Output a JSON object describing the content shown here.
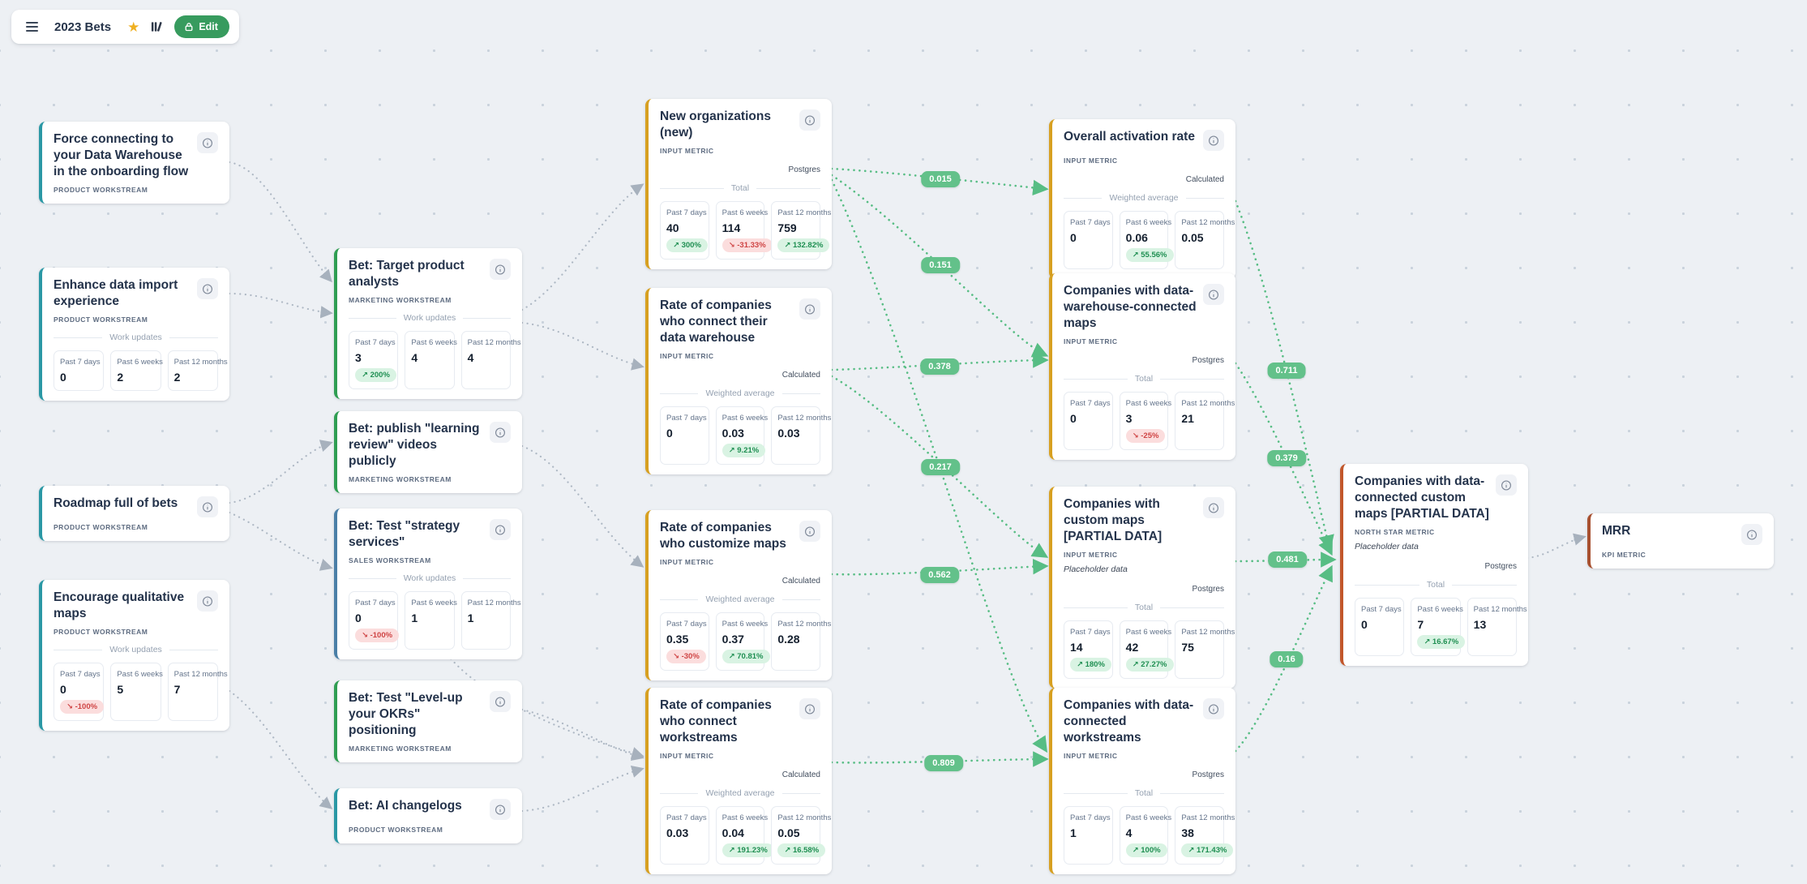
{
  "header": {
    "title": "2023 Bets",
    "edit_label": "Edit"
  },
  "cards": {
    "force_connect": {
      "title": "Force connecting to your Data Warehouse in the onboarding flow",
      "tag": "PRODUCT WORKSTREAM"
    },
    "enhance_import": {
      "title": "Enhance data import experience",
      "tag": "PRODUCT WORKSTREAM",
      "section": "Work updates",
      "stats": [
        {
          "label": "Past 7 days",
          "value": "0"
        },
        {
          "label": "Past 6 weeks",
          "value": "2"
        },
        {
          "label": "Past 12 months",
          "value": "2"
        }
      ]
    },
    "roadmap": {
      "title": "Roadmap full of bets",
      "tag": "PRODUCT WORKSTREAM"
    },
    "encourage": {
      "title": "Encourage qualitative maps",
      "tag": "PRODUCT WORKSTREAM",
      "section": "Work updates",
      "stats": [
        {
          "label": "Past 7 days",
          "value": "0",
          "badge": "↘ -100%"
        },
        {
          "label": "Past 6 weeks",
          "value": "5"
        },
        {
          "label": "Past 12 months",
          "value": "7"
        }
      ]
    },
    "bet_target": {
      "title": "Bet: Target product analysts",
      "tag": "MARKETING WORKSTREAM",
      "section": "Work updates",
      "stats": [
        {
          "label": "Past 7 days",
          "value": "3",
          "badge": "↗ 200%"
        },
        {
          "label": "Past 6 weeks",
          "value": "4"
        },
        {
          "label": "Past 12 months",
          "value": "4"
        }
      ]
    },
    "bet_publish": {
      "title": "Bet: publish \"learning review\" videos publicly",
      "tag": "MARKETING WORKSTREAM"
    },
    "bet_strategy": {
      "title": "Bet: Test \"strategy services\"",
      "tag": "SALES WORKSTREAM",
      "section": "Work updates",
      "stats": [
        {
          "label": "Past 7 days",
          "value": "0",
          "badge": "↘ -100%"
        },
        {
          "label": "Past 6 weeks",
          "value": "1"
        },
        {
          "label": "Past 12 months",
          "value": "1"
        }
      ]
    },
    "bet_okrs": {
      "title": "Bet: Test \"Level-up your OKRs\" positioning",
      "tag": "MARKETING WORKSTREAM"
    },
    "bet_ai": {
      "title": "Bet: AI changelogs",
      "tag": "PRODUCT WORKSTREAM"
    },
    "new_orgs": {
      "title": "New organizations (new)",
      "tag": "INPUT METRIC",
      "source": "Postgres",
      "section": "Total",
      "stats": [
        {
          "label": "Past 7 days",
          "value": "40",
          "badge": "↗ 300%"
        },
        {
          "label": "Past 6 weeks",
          "value": "114",
          "badge": "↘ -31.33%"
        },
        {
          "label": "Past 12 months",
          "value": "759",
          "badge": "↗ 132.82%"
        }
      ]
    },
    "rate_dw": {
      "title": "Rate of companies who connect their data warehouse",
      "tag": "INPUT METRIC",
      "source": "Calculated",
      "section": "Weighted average",
      "stats": [
        {
          "label": "Past 7 days",
          "value": "0"
        },
        {
          "label": "Past 6 weeks",
          "value": "0.03",
          "badge": "↗ 9.21%"
        },
        {
          "label": "Past 12 months",
          "value": "0.03"
        }
      ]
    },
    "rate_custom": {
      "title": "Rate of companies who customize maps",
      "tag": "INPUT METRIC",
      "source": "Calculated",
      "section": "Weighted average",
      "stats": [
        {
          "label": "Past 7 days",
          "value": "0.35",
          "badge": "↘ -30%"
        },
        {
          "label": "Past 6 weeks",
          "value": "0.37",
          "badge": "↗ 70.81%"
        },
        {
          "label": "Past 12 months",
          "value": "0.28"
        }
      ]
    },
    "rate_ws": {
      "title": "Rate of companies who connect workstreams",
      "tag": "INPUT METRIC",
      "source": "Calculated",
      "section": "Weighted average",
      "stats": [
        {
          "label": "Past 7 days",
          "value": "0.03"
        },
        {
          "label": "Past 6 weeks",
          "value": "0.04",
          "badge": "↗ 191.23%"
        },
        {
          "label": "Past 12 months",
          "value": "0.05",
          "badge": "↗ 16.58%"
        }
      ]
    },
    "activation": {
      "title": "Overall activation rate",
      "tag": "INPUT METRIC",
      "source": "Calculated",
      "section": "Weighted average",
      "stats": [
        {
          "label": "Past 7 days",
          "value": "0"
        },
        {
          "label": "Past 6 weeks",
          "value": "0.06",
          "badge": "↗ 55.56%"
        },
        {
          "label": "Past 12 months",
          "value": "0.05"
        }
      ]
    },
    "dw_maps": {
      "title": "Companies with data-warehouse-connected maps",
      "tag": "INPUT METRIC",
      "source": "Postgres",
      "section": "Total",
      "stats": [
        {
          "label": "Past 7 days",
          "value": "0"
        },
        {
          "label": "Past 6 weeks",
          "value": "3",
          "badge": "↘ -25%"
        },
        {
          "label": "Past 12 months",
          "value": "21"
        }
      ]
    },
    "custom_maps": {
      "title": "Companies with custom maps [PARTIAL DATA]",
      "tag": "INPUT METRIC",
      "note": "Placeholder data",
      "source": "Postgres",
      "section": "Total",
      "stats": [
        {
          "label": "Past 7 days",
          "value": "14",
          "badge": "↗ 180%"
        },
        {
          "label": "Past 6 weeks",
          "value": "42",
          "badge": "↗ 27.27%"
        },
        {
          "label": "Past 12 months",
          "value": "75"
        }
      ]
    },
    "data_ws": {
      "title": "Companies with data-connected workstreams",
      "tag": "INPUT METRIC",
      "source": "Postgres",
      "section": "Total",
      "stats": [
        {
          "label": "Past 7 days",
          "value": "1"
        },
        {
          "label": "Past 6 weeks",
          "value": "4",
          "badge": "↗ 100%"
        },
        {
          "label": "Past 12 months",
          "value": "38",
          "badge": "↗ 171.43%"
        }
      ]
    },
    "north_star": {
      "title": "Companies with data-connected custom maps [PARTIAL DATA]",
      "tag": "NORTH STAR METRIC",
      "note": "Placeholder data",
      "source": "Postgres",
      "section": "Total",
      "stats": [
        {
          "label": "Past 7 days",
          "value": "0"
        },
        {
          "label": "Past 6 weeks",
          "value": "7",
          "badge": "↗ 16.67%"
        },
        {
          "label": "Past 12 months",
          "value": "13"
        }
      ]
    },
    "mrr": {
      "title": "MRR",
      "tag": "KPI METRIC"
    }
  },
  "connections": [
    {
      "value": "0.015"
    },
    {
      "value": "0.151"
    },
    {
      "value": "0.378"
    },
    {
      "value": "0.217"
    },
    {
      "value": "0.562"
    },
    {
      "value": "0.809"
    },
    {
      "value": "0.711"
    },
    {
      "value": "0.379"
    },
    {
      "value": "0.481"
    },
    {
      "value": "0.16"
    }
  ],
  "colors": {
    "accent_green": "#379b5e",
    "correlation_pill": "#63c18a",
    "link_green": "#57bd84",
    "link_gray": "#aeb8c4"
  }
}
